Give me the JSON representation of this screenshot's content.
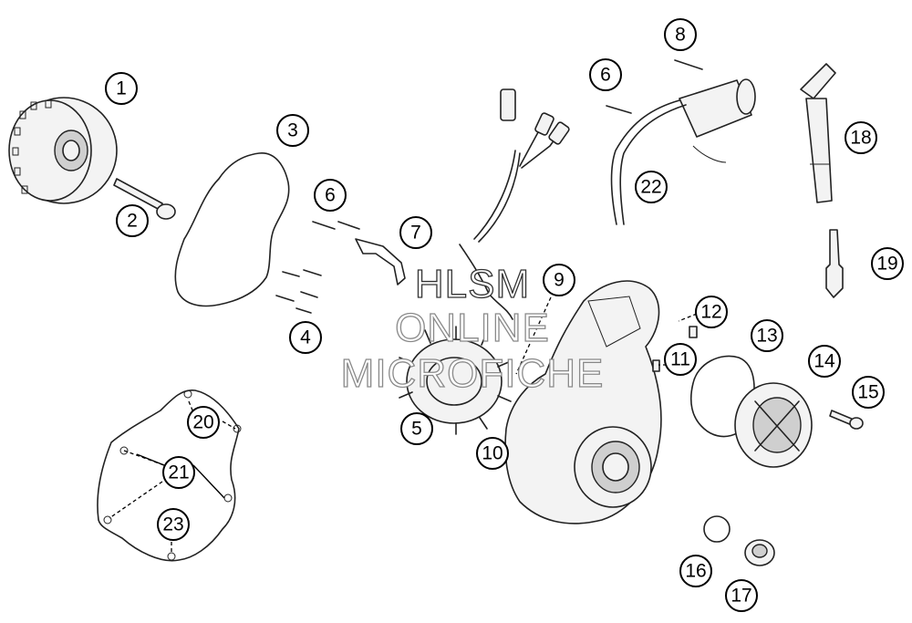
{
  "watermark": {
    "line1": "HLSM",
    "line2": "ONLINE",
    "line3": "MICROFICHE"
  },
  "callouts": [
    "1",
    "2",
    "3",
    "4",
    "5",
    "6",
    "6",
    "7",
    "8",
    "9",
    "10",
    "11",
    "12",
    "13",
    "14",
    "15",
    "16",
    "17",
    "18",
    "19",
    "20",
    "21",
    "22",
    "23"
  ],
  "colors": {
    "ink": "#222222",
    "paper": "#ffffff",
    "shade": "#cfcfcf"
  }
}
